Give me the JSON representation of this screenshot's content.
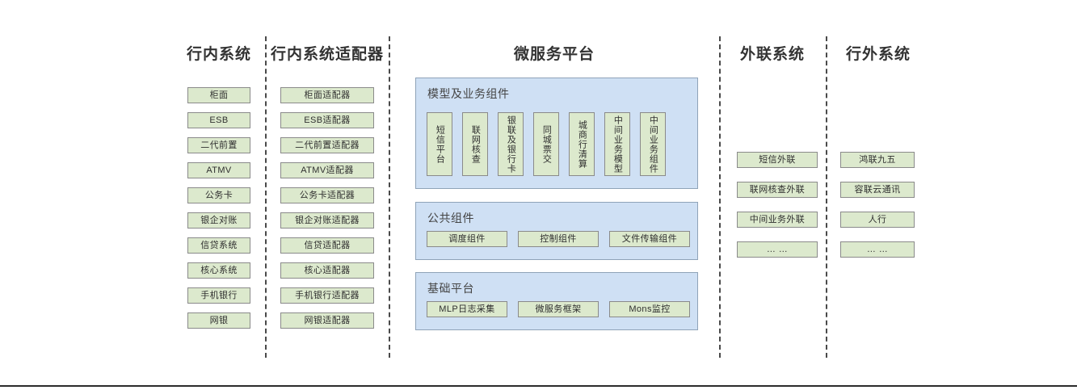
{
  "diagram": {
    "columns": [
      {
        "id": "internal-systems",
        "title": "行内系统",
        "items": [
          {
            "label": "柜面"
          },
          {
            "label": "ESB"
          },
          {
            "label": "二代前置"
          },
          {
            "label": "ATMV"
          },
          {
            "label": "公务卡"
          },
          {
            "label": "银企对账"
          },
          {
            "label": "信贷系统"
          },
          {
            "label": "核心系统"
          },
          {
            "label": "手机银行"
          },
          {
            "label": "网银"
          }
        ]
      },
      {
        "id": "internal-adapters",
        "title": "行内系统适配器",
        "items": [
          {
            "label": "柜面适配器"
          },
          {
            "label": "ESB适配器"
          },
          {
            "label": "二代前置适配器"
          },
          {
            "label": "ATMV适配器"
          },
          {
            "label": "公务卡适配器"
          },
          {
            "label": "银企对账适配器"
          },
          {
            "label": "信贷适配器"
          },
          {
            "label": "核心适配器"
          },
          {
            "label": "手机银行适配器"
          },
          {
            "label": "网银适配器"
          }
        ]
      },
      {
        "id": "microservice-platform",
        "title": "微服务平台",
        "panels": [
          {
            "id": "model-business-components",
            "title": "模型及业务组件",
            "orientation": "vertical",
            "items": [
              {
                "label": "短信平台"
              },
              {
                "label": "联网核查"
              },
              {
                "label": "银联及银行卡"
              },
              {
                "label": "同城票交"
              },
              {
                "label": "城商行清算"
              },
              {
                "label": "中间业务模型"
              },
              {
                "label": "中间业务组件"
              }
            ]
          },
          {
            "id": "public-components",
            "title": "公共组件",
            "orientation": "horizontal",
            "items": [
              {
                "label": "调度组件"
              },
              {
                "label": "控制组件"
              },
              {
                "label": "文件传输组件"
              }
            ]
          },
          {
            "id": "base-platform",
            "title": "基础平台",
            "orientation": "horizontal",
            "items": [
              {
                "label": "MLP日志采集"
              },
              {
                "label": "微服务框架"
              },
              {
                "label": "Mons监控"
              }
            ]
          }
        ]
      },
      {
        "id": "outreach-systems",
        "title": "外联系统",
        "items": [
          {
            "label": "短信外联"
          },
          {
            "label": "联网核查外联"
          },
          {
            "label": "中间业务外联"
          },
          {
            "label": "… …"
          }
        ]
      },
      {
        "id": "external-systems",
        "title": "行外系统",
        "items": [
          {
            "label": "鸿联九五"
          },
          {
            "label": "容联云通讯"
          },
          {
            "label": "人行"
          },
          {
            "label": "… …"
          }
        ]
      }
    ],
    "colors": {
      "green_fill": "#dce9cd",
      "green_border": "#8a8a8a",
      "blue_fill": "#cfe0f4",
      "blue_border": "#8fa3b8",
      "divider": "#4a4a4a",
      "text": "#333333",
      "background": "#ffffff"
    }
  }
}
